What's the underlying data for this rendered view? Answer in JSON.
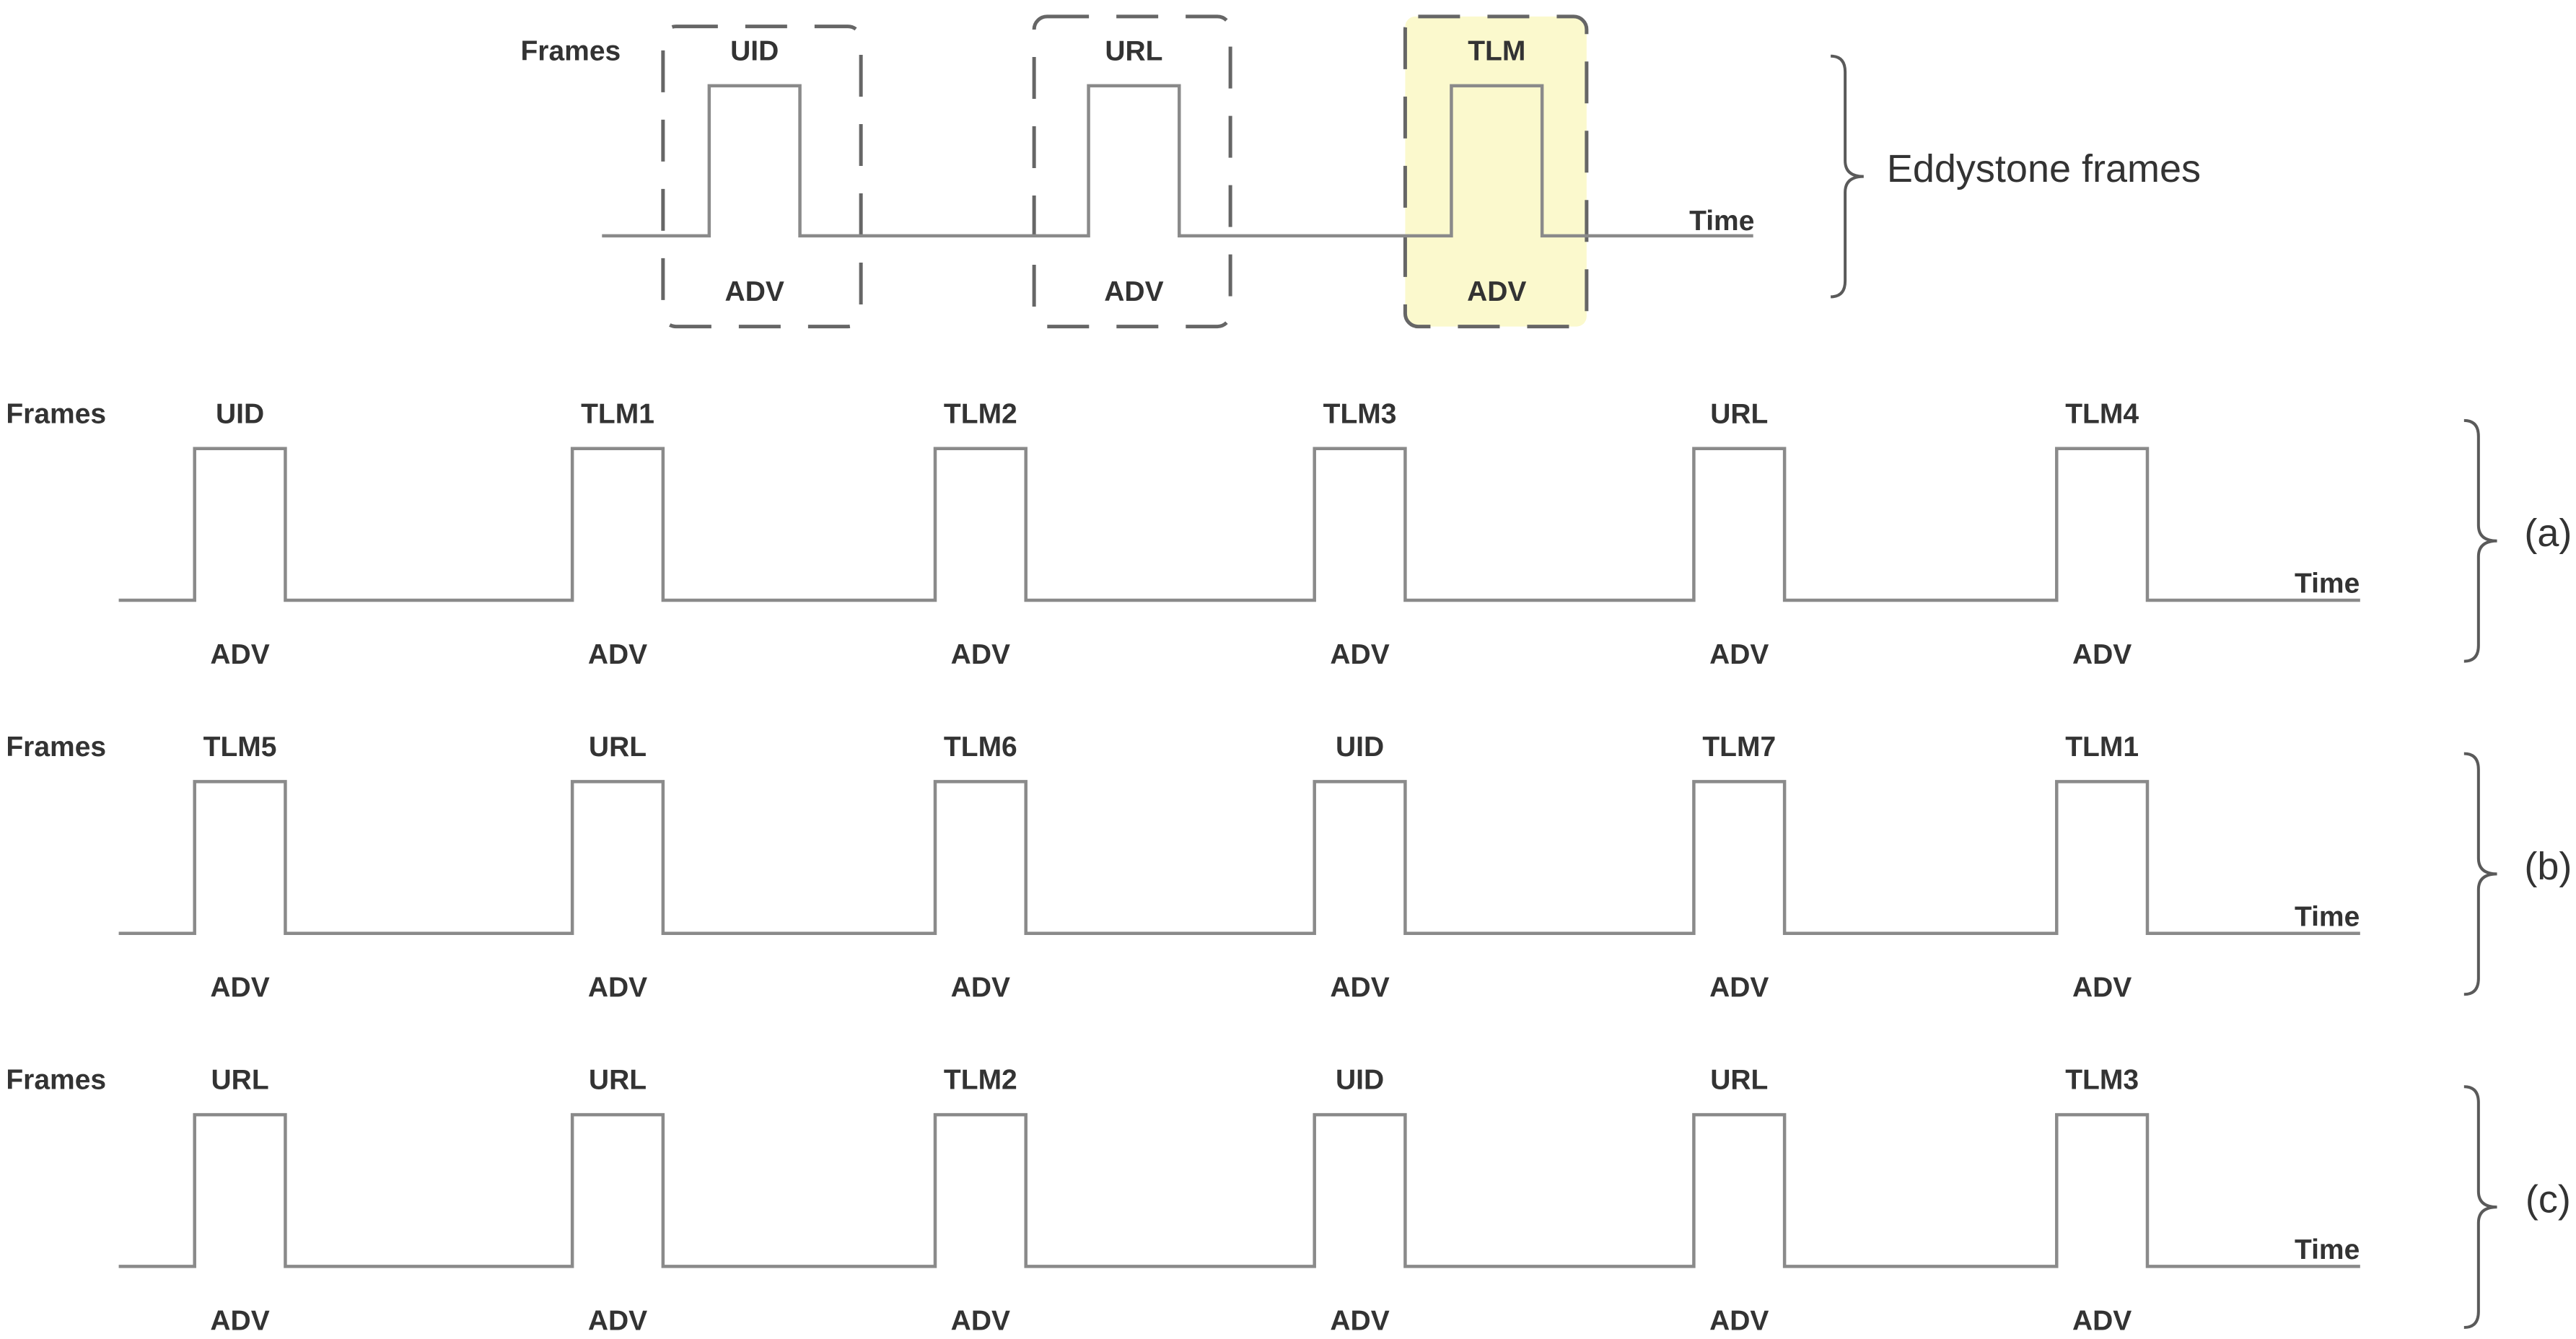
{
  "colors": {
    "signal": "#8a8a8a",
    "dashed_box": "#666666",
    "highlight": "#fbf9cd",
    "text": "#333333",
    "brace": "#5a5a5a"
  },
  "legend": {
    "title": "Eddystone frames",
    "frames_label": "Frames",
    "time_label": "Time",
    "frames": [
      {
        "name": "UID",
        "adv": "ADV",
        "highlighted": false
      },
      {
        "name": "URL",
        "adv": "ADV",
        "highlighted": false
      },
      {
        "name": "TLM",
        "adv": "ADV",
        "highlighted": true
      }
    ]
  },
  "sequences": [
    {
      "label": "(a)",
      "frames_label": "Frames",
      "time_label": "Time",
      "frames": [
        "UID",
        "TLM1",
        "TLM2",
        "TLM3",
        "URL",
        "TLM4"
      ],
      "adv": [
        "ADV",
        "ADV",
        "ADV",
        "ADV",
        "ADV",
        "ADV"
      ]
    },
    {
      "label": "(b)",
      "frames_label": "Frames",
      "time_label": "Time",
      "frames": [
        "TLM5",
        "URL",
        "TLM6",
        "UID",
        "TLM7",
        "TLM1"
      ],
      "adv": [
        "ADV",
        "ADV",
        "ADV",
        "ADV",
        "ADV",
        "ADV"
      ]
    },
    {
      "label": "(c)",
      "frames_label": "Frames",
      "time_label": "Time",
      "frames": [
        "URL",
        "URL",
        "TLM2",
        "UID",
        "URL",
        "TLM3"
      ],
      "adv": [
        "ADV",
        "ADV",
        "ADV",
        "ADV",
        "ADV",
        "ADV"
      ]
    }
  ]
}
